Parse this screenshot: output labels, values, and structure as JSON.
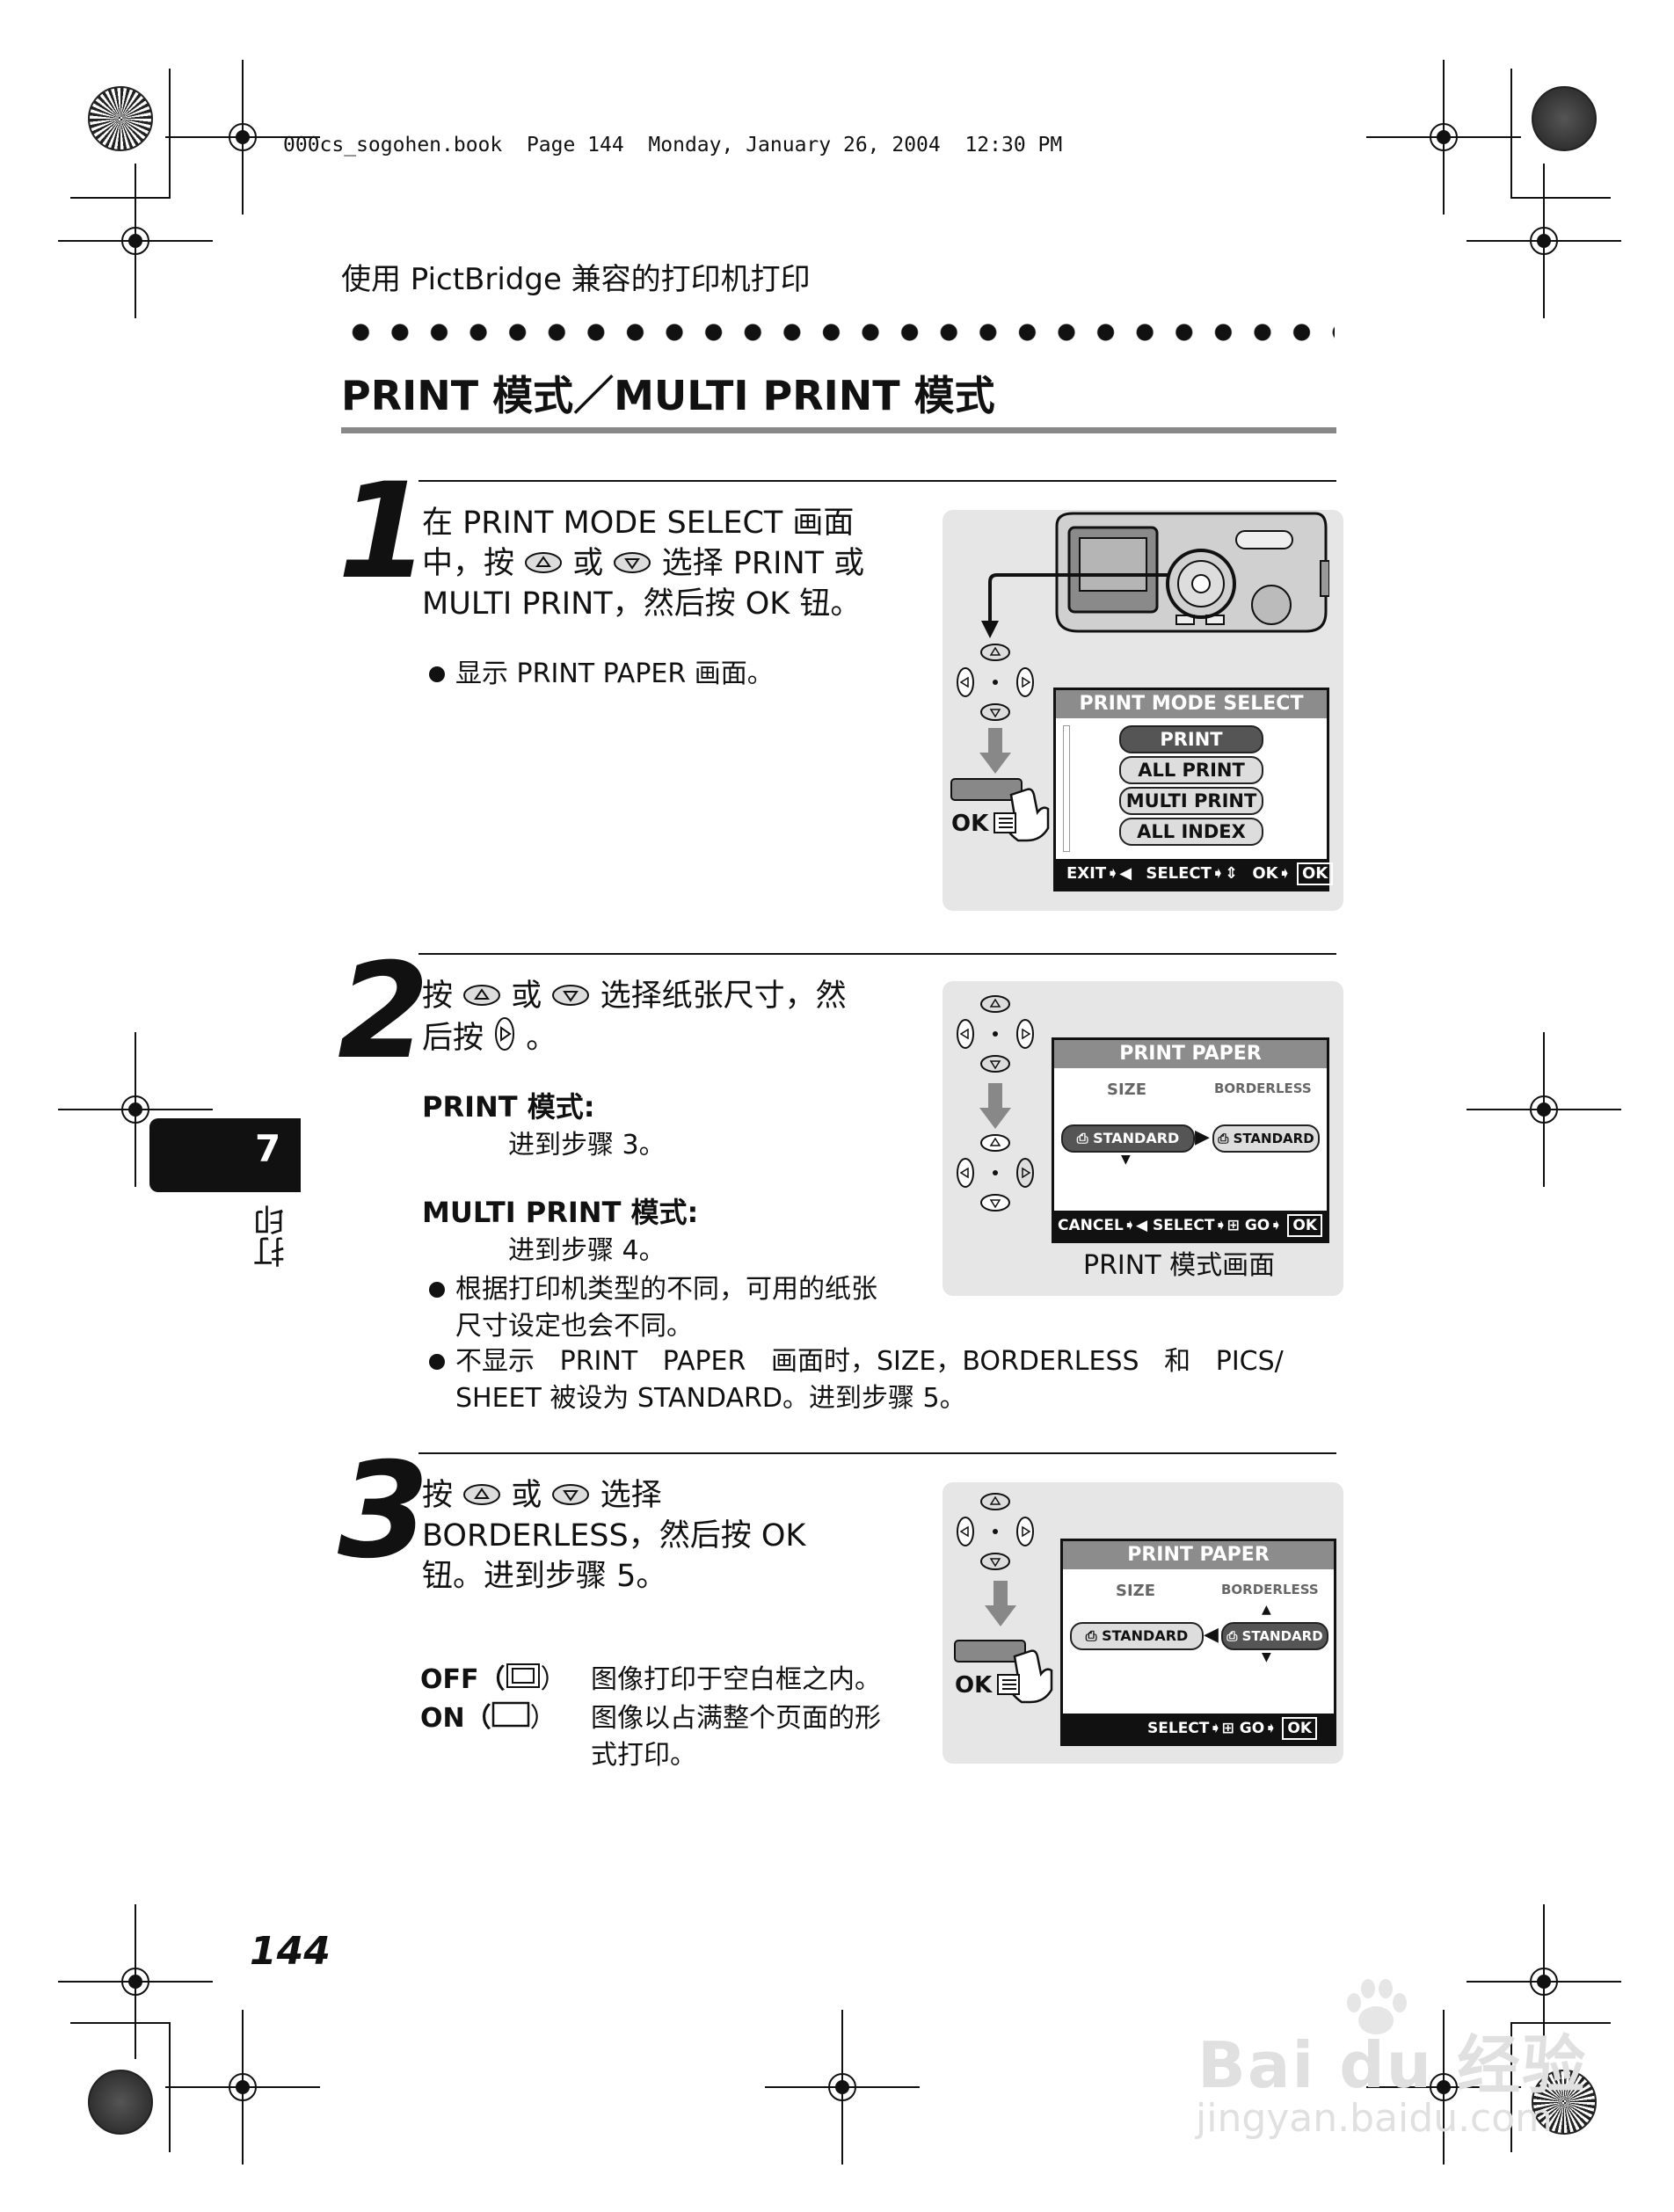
{
  "header": {
    "book_info": "000cs_sogohen.book  Page 144  Monday, January 26, 2004  12:30 PM",
    "section_title": "使用 PictBridge 兼容的打印机打印"
  },
  "heading": "PRINT 模式／MULTI PRINT 模式",
  "side_tab": {
    "number": "7",
    "label": "打印"
  },
  "page_number": "144",
  "steps": {
    "s1": {
      "number": "1",
      "line1": "在 PRINT MODE SELECT 画面",
      "line2a": "中，按",
      "line2b": "或",
      "line2c": "选择 PRINT 或",
      "line3": "MULTI PRINT，然后按 OK 钮。",
      "bullet": "显示 PRINT PAPER 画面。"
    },
    "s2": {
      "number": "2",
      "line1a": "按",
      "line1b": "或",
      "line1c": "选择纸张尺寸，然",
      "line2a": "后按",
      "line2b": "。",
      "print_label": "PRINT 模式:",
      "print_text": "进到步骤 3。",
      "multi_label": "MULTI PRINT 模式:",
      "multi_text": "进到步骤 4。",
      "bullet1_l1": "根据打印机类型的不同，可用的纸张",
      "bullet1_l2": "尺寸设定也会不同。",
      "bullet2_l1": "不显示   PRINT   PAPER   画面时，SIZE，BORDERLESS   和   PICS/",
      "bullet2_l2": "SHEET 被设为 STANDARD。进到步骤 5。",
      "caption": "PRINT 模式画面"
    },
    "s3": {
      "number": "3",
      "line1a": "按",
      "line1b": "或",
      "line1c": "选择",
      "line2": "BORDERLESS，然后按 OK",
      "line3": "钮。进到步骤 5。",
      "off_label": "OFF（",
      "off_close": "）",
      "off_text": "图像打印于空白框之内。",
      "on_label": "ON（",
      "on_close": "）",
      "on_text_l1": "图像以占满整个页面的形",
      "on_text_l2": "式打印。"
    }
  },
  "screens": {
    "mode_select": {
      "title": "PRINT  MODE  SELECT",
      "options": [
        "PRINT",
        "ALL  PRINT",
        "MULTI  PRINT",
        "ALL  INDEX"
      ],
      "selected": "PRINT",
      "foot_exit": "EXIT",
      "foot_select": "SELECT",
      "foot_ok": "OK",
      "foot_ok_box": "OK"
    },
    "paper_a": {
      "title": "PRINT PAPER",
      "col_size": "SIZE",
      "col_borderless": "BORDERLESS",
      "size_value": "STANDARD",
      "borderless_value": "STANDARD",
      "foot_cancel": "CANCEL",
      "foot_select": "SELECT",
      "foot_go": "GO",
      "foot_ok_box": "OK"
    },
    "paper_b": {
      "title": "PRINT PAPER",
      "col_size": "SIZE",
      "col_borderless": "BORDERLESS",
      "size_value": "STANDARD",
      "borderless_value": "STANDARD",
      "foot_select": "SELECT",
      "foot_go": "GO",
      "foot_ok_box": "OK"
    },
    "ok_label": "OK"
  },
  "watermark": {
    "brand": "Bai du 经验",
    "url": "jingyan.baidu.com"
  }
}
